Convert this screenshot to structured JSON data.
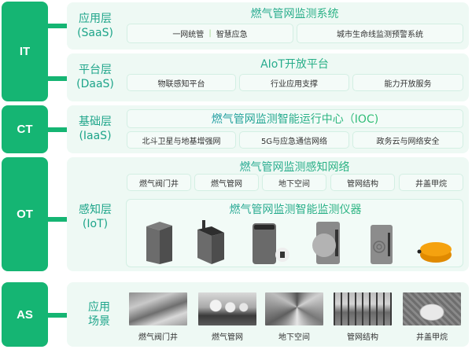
{
  "tags": {
    "it": "IT",
    "ct": "CT",
    "ot": "OT",
    "as": "AS"
  },
  "saas": {
    "label_line1": "应用层",
    "label_line2": "(SaaS)",
    "title": "燃气管网监测系统",
    "items": [
      "一网统管",
      "智慧应急",
      "城市生命线监测预警系统"
    ],
    "separator": "|"
  },
  "daas": {
    "label_line1": "平台层",
    "label_line2": "(DaaS)",
    "title": "AIoT开放平台",
    "items": [
      "物联感知平台",
      "行业应用支撑",
      "能力开放服务"
    ]
  },
  "iaas": {
    "label_line1": "基础层",
    "label_line2": "(IaaS)",
    "title": "燃气管网监测智能运行中心（IOC)",
    "items": [
      "北斗卫星与地基增强网",
      "5G与应急通信网络",
      "政务云与网络安全"
    ]
  },
  "iot": {
    "label_line1": "感知层",
    "label_line2": "(IoT)",
    "network_title": "燃气管网监测感知网络",
    "network_items": [
      "燃气阀门井",
      "燃气管网",
      "地下空间",
      "管网结构",
      "井盖甲烷"
    ],
    "devices_title": "燃气管网监测智能监测仪器",
    "devices": [
      {
        "icon": "tower-sensor-icon"
      },
      {
        "icon": "antenna-sensor-icon"
      },
      {
        "icon": "probe-sensor-icon"
      },
      {
        "icon": "round-dial-sensor-icon"
      },
      {
        "icon": "wall-sensor-icon"
      },
      {
        "icon": "orange-puck-sensor-icon"
      }
    ]
  },
  "scenes": {
    "label_line1": "应用",
    "label_line2": "场景",
    "items": [
      {
        "caption": "燃气阀门井"
      },
      {
        "caption": "燃气管网"
      },
      {
        "caption": "地下空间"
      },
      {
        "caption": "管网结构"
      },
      {
        "caption": "井盖甲烷"
      }
    ]
  }
}
